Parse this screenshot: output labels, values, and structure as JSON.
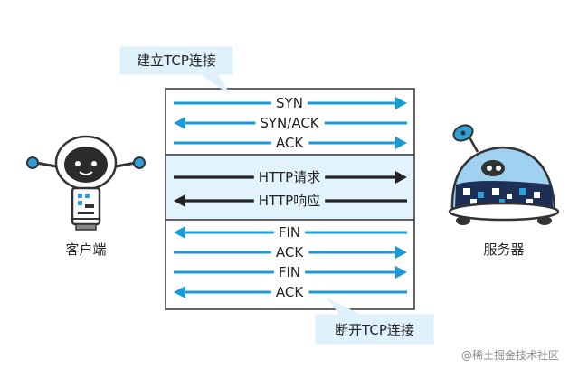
{
  "actors": {
    "client_label": "客户端",
    "server_label": "服务器"
  },
  "callouts": {
    "connect": "建立TCP连接",
    "disconnect": "断开TCP连接"
  },
  "handshake": [
    {
      "label": "SYN",
      "direction": "right",
      "color": "#1a9bd7"
    },
    {
      "label": "SYN/ACK",
      "direction": "left",
      "color": "#1a9bd7"
    },
    {
      "label": "ACK",
      "direction": "right",
      "color": "#1a9bd7"
    }
  ],
  "http": [
    {
      "label": "HTTP请求",
      "direction": "right",
      "color": "#222222"
    },
    {
      "label": "HTTP响应",
      "direction": "left",
      "color": "#222222"
    }
  ],
  "teardown": [
    {
      "label": "FIN",
      "direction": "left",
      "color": "#1a9bd7"
    },
    {
      "label": "ACK",
      "direction": "right",
      "color": "#1a9bd7"
    },
    {
      "label": "FIN",
      "direction": "right",
      "color": "#1a9bd7"
    },
    {
      "label": "ACK",
      "direction": "left",
      "color": "#1a9bd7"
    }
  ],
  "colors": {
    "accent_blue": "#1a9bd7",
    "band_fill": "#e3f3fb",
    "callout_fill": "#dff1fa",
    "dark_arrow": "#222222"
  },
  "watermark": "@稀土掘金技术社区"
}
